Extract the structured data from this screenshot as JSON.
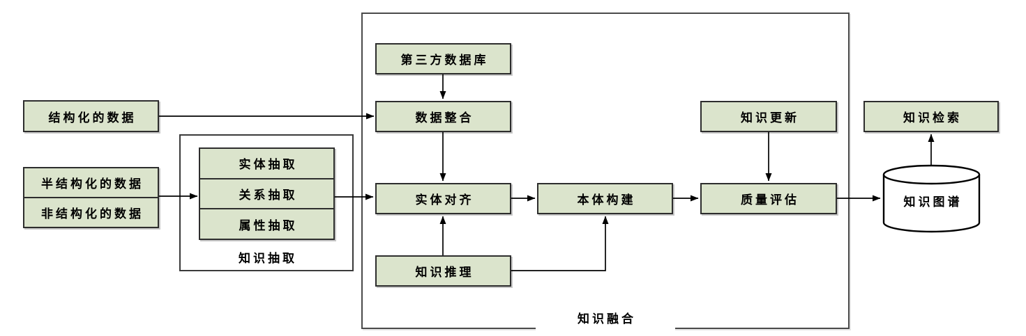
{
  "diagram": {
    "inputs": {
      "structured": "结构化的数据",
      "semi_structured": "半结构化的数据",
      "unstructured": "非结构化的数据"
    },
    "knowledge_extraction": {
      "label": "知识抽取",
      "steps": [
        "实体抽取",
        "关系抽取",
        "属性抽取"
      ]
    },
    "knowledge_fusion": {
      "label": "知识融合",
      "third_party_database": "第三方数据库",
      "data_integration": "数据整合",
      "entity_alignment": "实体对齐",
      "ontology_construction": "本体构建",
      "knowledge_reasoning": "知识推理",
      "knowledge_update": "知识更新",
      "quality_evaluation": "质量评估"
    },
    "outputs": {
      "knowledge_graph": "知识图谱",
      "knowledge_retrieval": "知识检索"
    },
    "colors": {
      "node_fill": "#dbe4cc",
      "node_border": "#2d2d2d",
      "container_border": "#4a4a4a",
      "connector": "#000000"
    }
  }
}
